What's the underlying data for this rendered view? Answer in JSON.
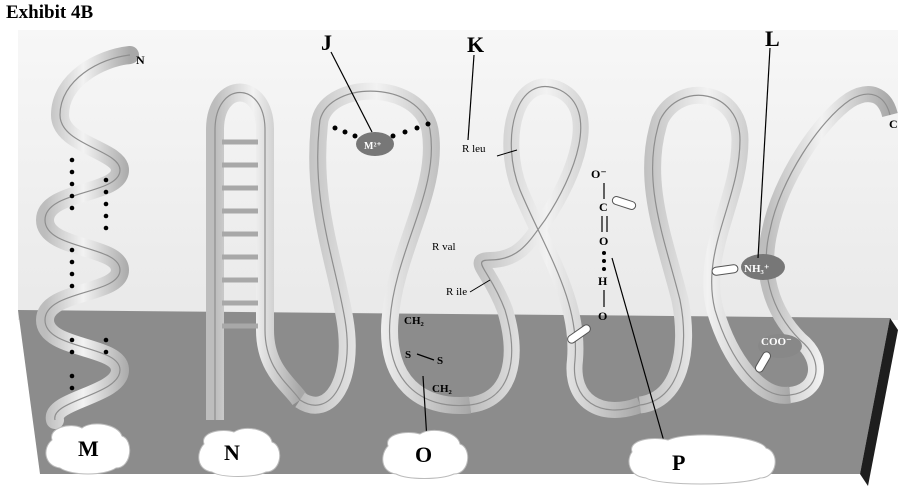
{
  "title": "Exhibit 4B",
  "terminals": {
    "n_terminus": "N",
    "c_terminus": "C"
  },
  "callouts": {
    "J": "J",
    "K": "K",
    "L": "L",
    "M": "M",
    "N": "N",
    "O": "O",
    "P": "P"
  },
  "chem_labels": {
    "metal_ion": "M²⁺",
    "r_leu": "R leu",
    "r_val": "R val",
    "r_ile": "R ile",
    "ch2_top": "CH₂",
    "s_left": "S",
    "s_right": "S",
    "ch2_bottom": "CH₂",
    "o_minus": "O⁻",
    "carbon": "C",
    "o_carbonyl": "O",
    "hydrogen": "H",
    "o_hydroxyl": "O",
    "ammonium": "NH₃⁺",
    "carboxylate": "COO⁻"
  },
  "colors": {
    "membrane": "#8a8a8a",
    "membrane_edge": "#1a1a1a",
    "ribbon": "#e6e6e6",
    "ribbon_stroke": "#9a9a9a",
    "background": "#f4f4f4",
    "label_bubble": "#ffffff"
  }
}
